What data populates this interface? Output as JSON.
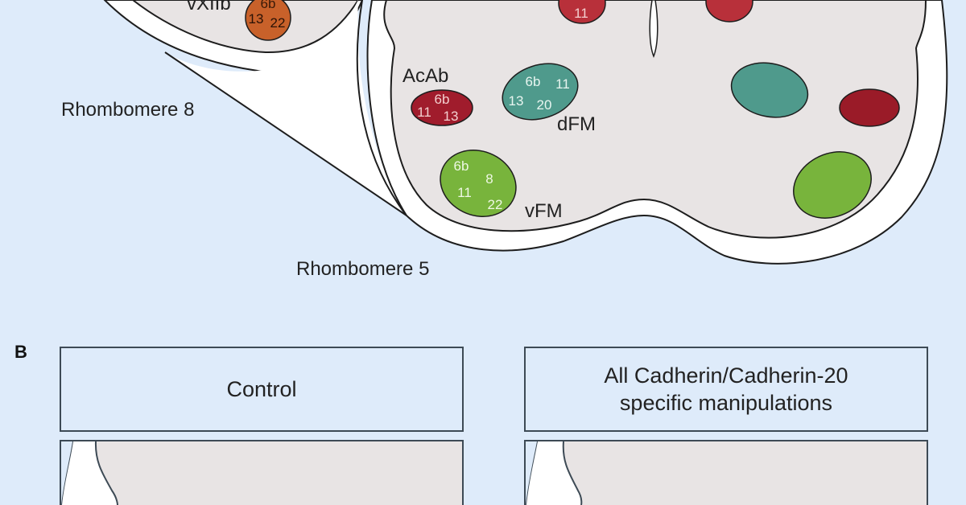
{
  "panel_a": {
    "labels": {
      "rhombomere_8": "Rhombomere 8",
      "rhombomere_5": "Rhombomere 5",
      "vxiib": "vXIIb",
      "acab": "AcAb",
      "dfm": "dFM",
      "vfm": "vFM"
    },
    "nuclei": {
      "vxiib": {
        "numbers": [
          "6b",
          "13",
          "22"
        ],
        "color": "#c8612a"
      },
      "acab": {
        "numbers": [
          "6b",
          "11",
          "13"
        ],
        "color": "#a01c2c"
      },
      "dfm": {
        "numbers": [
          "6b",
          "11",
          "13",
          "20"
        ],
        "color": "#4f9a8c"
      },
      "vfm": {
        "numbers": [
          "6b",
          "8",
          "11",
          "22"
        ],
        "color": "#78b43c"
      },
      "top_left_red": {
        "numbers": [
          "11"
        ],
        "color": "#b8303a"
      },
      "top_right_red": {
        "numbers": [],
        "color": "#b8303a"
      }
    },
    "colors": {
      "background": "#deebfa",
      "tissue": "#e8e4e4",
      "outline": "#1d1d1d",
      "dark_red": "#9a1b28"
    }
  },
  "panel_b": {
    "letter": "B",
    "control_title": "Control",
    "manipulation_title_line1": "All Cadherin/Cadherin-20",
    "manipulation_title_line2": "specific manipulations"
  }
}
